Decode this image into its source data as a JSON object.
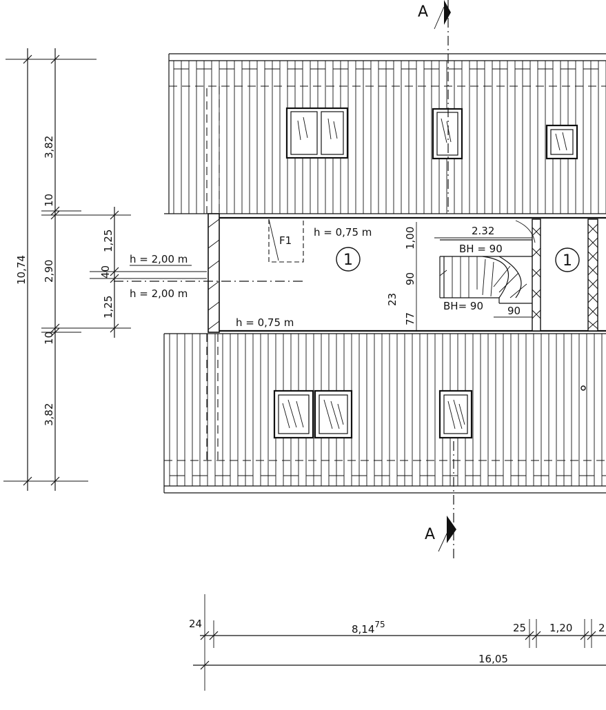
{
  "section_markers": {
    "top": "A",
    "bottom": "A"
  },
  "left_dims": {
    "total": "10,74",
    "roof_top": "3,82",
    "eave_top": "10",
    "middle": "2,90",
    "eave_bottom": "10",
    "roof_bottom": "3,82",
    "upper_part": "1,25",
    "center_part": "40",
    "lower_part": "1,25"
  },
  "room_labels": {
    "h_upper": "h = 2,00 m",
    "h_lower": "h = 2,00 m",
    "h_top_room": "h = 0,75 m",
    "h_bottom_room": "h = 0,75 m",
    "window_code": "F1",
    "room_number_left": "1",
    "room_number_right": "1"
  },
  "stair": {
    "width": "2.32",
    "bh_top": "BH = 90",
    "bh_bottom": "BH= 90",
    "dim_100": "1,00",
    "dim_90": "90",
    "dim_23": "23",
    "dim_77": "77",
    "dim_90_bottom": "90"
  },
  "bottom_dims": {
    "wall_left": "24",
    "main_length": "8,14",
    "main_length_sup": "75",
    "wall_mid": "25",
    "opening": "1,20",
    "partial": "2",
    "total": "16,05"
  }
}
